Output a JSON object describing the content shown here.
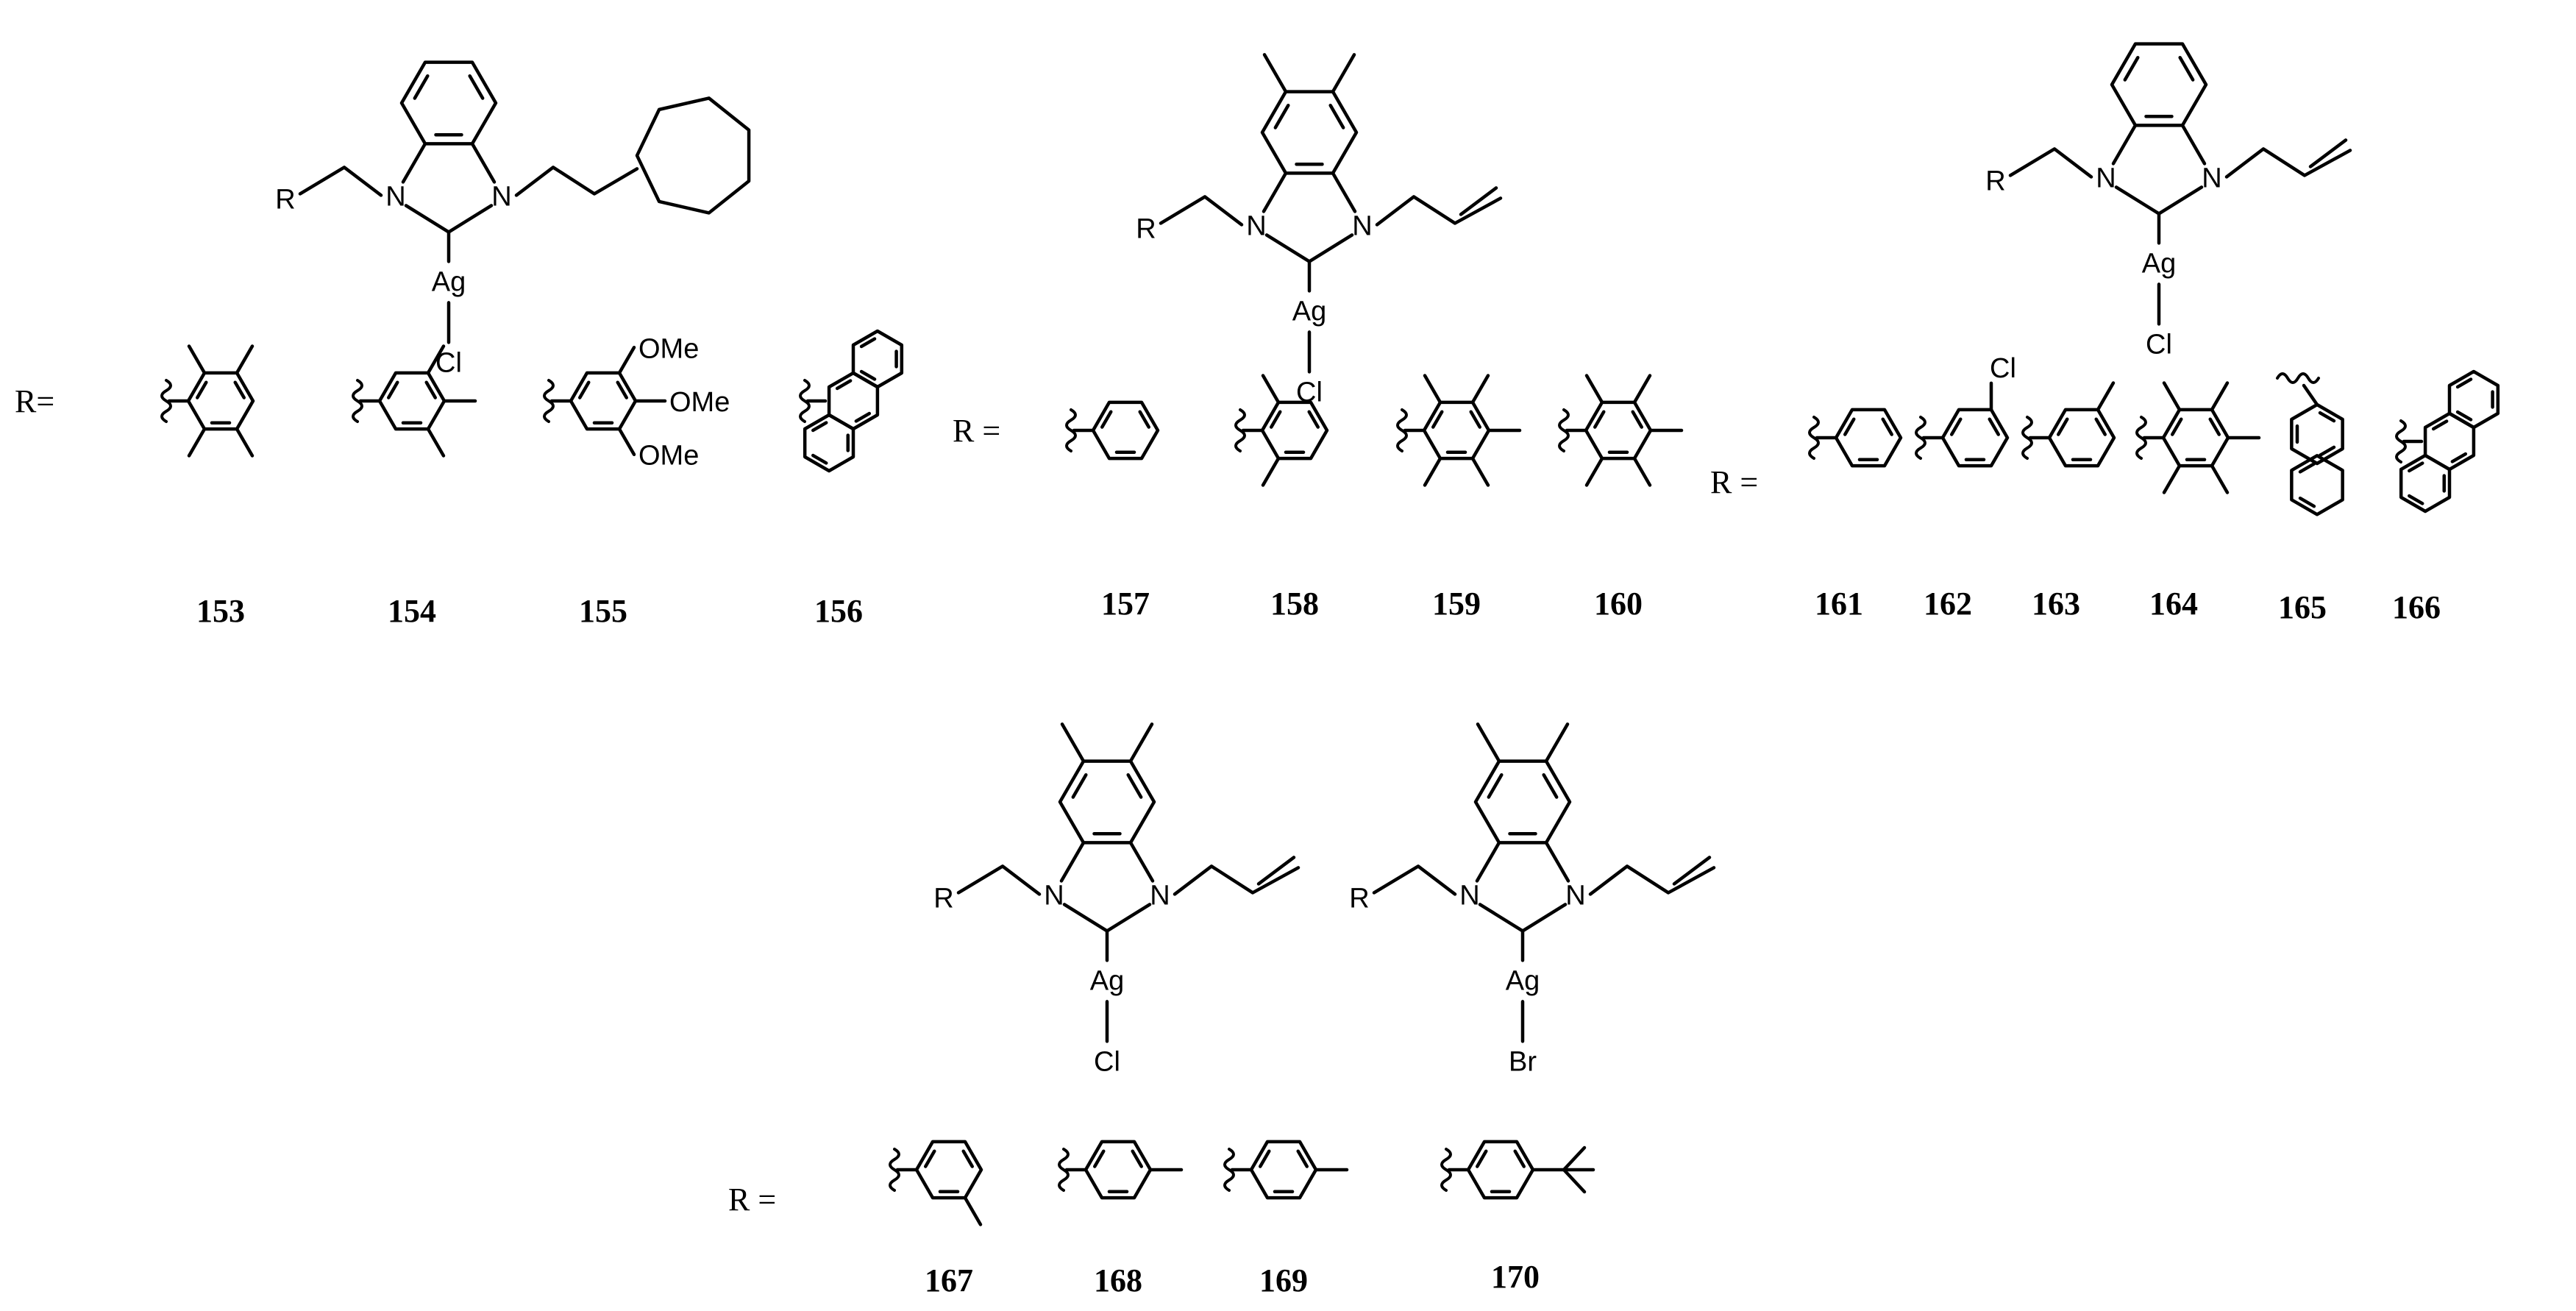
{
  "scheme": {
    "r_label": "R =",
    "r_label_first": "R=",
    "groups": [
      {
        "core": "benzimidazol-2-ylidene",
        "n_substituents": [
          "R-CH2",
          "2-cycloheptylethyl"
        ],
        "metal": "Ag",
        "halide": "Cl",
        "compounds": [
          "153",
          "154",
          "155",
          "156"
        ]
      },
      {
        "core": "5,6-dimethylbenzimidazol-2-ylidene",
        "n_substituents": [
          "R-CH2",
          "allyl"
        ],
        "metal": "Ag",
        "halide": "Cl",
        "compounds": [
          "157",
          "158",
          "159",
          "160"
        ]
      },
      {
        "core": "benzimidazol-2-ylidene",
        "n_substituents": [
          "R-CH2",
          "allyl"
        ],
        "metal": "Ag",
        "halide": "Cl",
        "compounds": [
          "161",
          "162",
          "163",
          "164",
          "165",
          "166"
        ]
      },
      {
        "core": "5,6-dimethylbenzimidazol-2-ylidene",
        "n_substituents": [
          "R-CH2",
          "allyl"
        ],
        "metal": "Ag",
        "halide": "Cl",
        "compounds": [
          "167",
          "168",
          "169"
        ]
      },
      {
        "core": "5,6-dimethylbenzimidazol-2-ylidene",
        "n_substituents": [
          "R-CH2",
          "allyl"
        ],
        "metal": "Ag",
        "halide": "Br",
        "compounds": [
          "170"
        ]
      }
    ],
    "atoms": {
      "N": "N",
      "R": "R",
      "Ag": "Ag",
      "Cl": "Cl",
      "Br": "Br",
      "OMe": "OMe"
    },
    "compound_numbers": [
      "153",
      "154",
      "155",
      "156",
      "157",
      "158",
      "159",
      "160",
      "161",
      "162",
      "163",
      "164",
      "165",
      "166",
      "167",
      "168",
      "169",
      "170"
    ]
  }
}
